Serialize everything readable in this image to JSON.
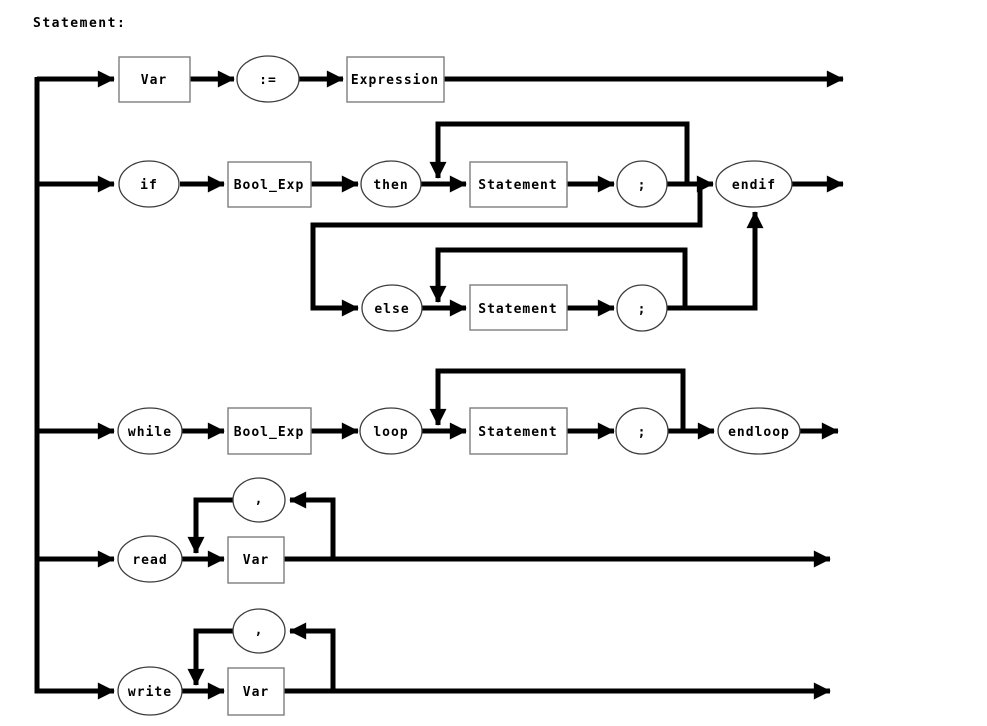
{
  "title": "Statement:",
  "colors": {
    "background": "#ffffff",
    "line": "#000000",
    "rect_border": "#7e7e7e",
    "ellipse_border": "#3c3c3c",
    "text": "#000000"
  },
  "branches": {
    "assign": {
      "var": "Var",
      "assign_op": ":=",
      "expression": "Expression"
    },
    "if": {
      "if": "if",
      "bool_exp": "Bool_Exp",
      "then": "then",
      "statement": "Statement",
      "semicolon": ";",
      "endif": "endif",
      "else": "else",
      "else_statement": "Statement",
      "else_semicolon": ";"
    },
    "while": {
      "while": "while",
      "bool_exp": "Bool_Exp",
      "loop": "loop",
      "statement": "Statement",
      "semicolon": ";",
      "endloop": "endloop"
    },
    "read": {
      "read": "read",
      "comma": ",",
      "var": "Var"
    },
    "write": {
      "write": "write",
      "comma": ",",
      "var": "Var"
    }
  }
}
